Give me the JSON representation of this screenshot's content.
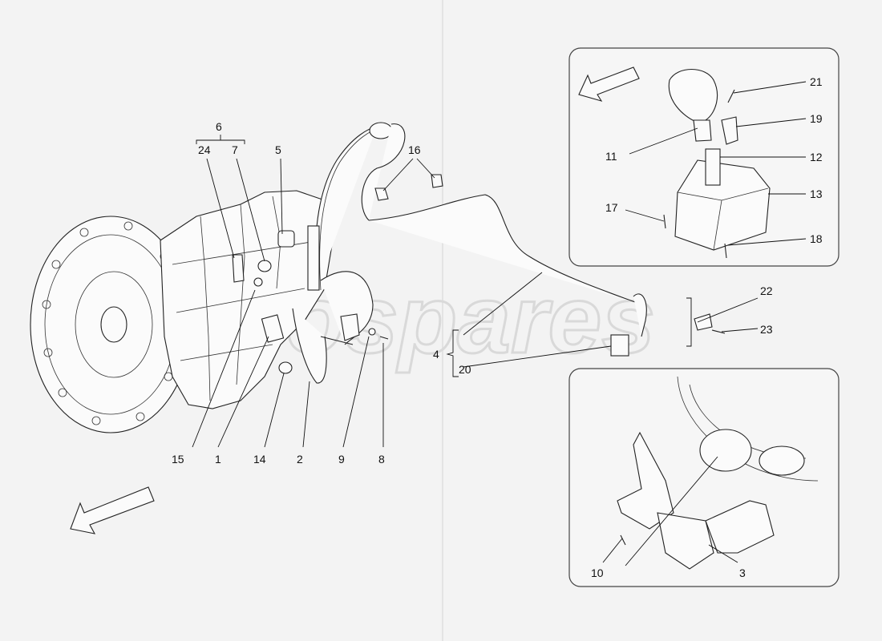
{
  "watermark": "eurospares",
  "callouts": {
    "c1": "1",
    "c2": "2",
    "c3": "3",
    "c4": "4",
    "c5": "5",
    "c6": "6",
    "c7": "7",
    "c8": "8",
    "c9": "9",
    "c10": "10",
    "c11": "11",
    "c12": "12",
    "c13": "13",
    "c14": "14",
    "c15": "15",
    "c16": "16",
    "c17": "17",
    "c18": "18",
    "c19": "19",
    "c20": "20",
    "c21": "21",
    "c22": "22",
    "c23": "23",
    "c24": "24"
  },
  "icons": [
    "direction-arrow-icon"
  ],
  "colors": {
    "background": "#f3f3f3",
    "line": "#222222",
    "watermark": "#d9d9d9"
  }
}
